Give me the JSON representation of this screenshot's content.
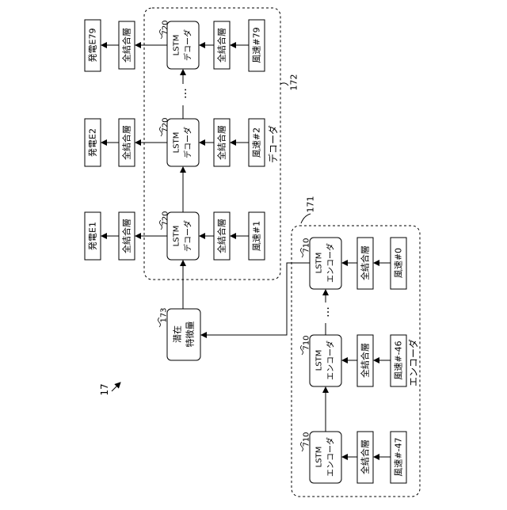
{
  "figure": {
    "number": "17"
  },
  "decoder": {
    "group_ref": "172",
    "group_label": "デコーダ",
    "columns": [
      {
        "output": "発電E1",
        "fc": "全結合層",
        "cell_ref": "720",
        "cell_line1": "LSTM",
        "cell_line2": "デコーダ",
        "fc_in": "全結合層",
        "input": "風速#1"
      },
      {
        "output": "発電E2",
        "fc": "全結合層",
        "cell_ref": "720",
        "cell_line1": "LSTM",
        "cell_line2": "デコーダ",
        "fc_in": "全結合層",
        "input": "風速#2"
      },
      {
        "output": "発電E79",
        "fc": "全結合層",
        "cell_ref": "720",
        "cell_line1": "LSTM",
        "cell_line2": "デコーダ",
        "fc_in": "全結合層",
        "input": "風速#79"
      }
    ]
  },
  "latent": {
    "ref": "173",
    "line1": "潜在",
    "line2": "特徴量"
  },
  "encoder": {
    "group_ref": "171",
    "group_label": "エンコーダ",
    "columns": [
      {
        "cell_ref": "710",
        "cell_line1": "LSTM",
        "cell_line2": "エンコーダ",
        "fc": "全結合層",
        "input": "風速#-47"
      },
      {
        "cell_ref": "710",
        "cell_line1": "LSTM",
        "cell_line2": "エンコーダ",
        "fc": "全結合層",
        "input": "風速#-46"
      },
      {
        "cell_ref": "710",
        "cell_line1": "LSTM",
        "cell_line2": "エンコーダ",
        "fc": "全結合層",
        "input": "風速#0"
      }
    ]
  },
  "ellipsis": "…"
}
